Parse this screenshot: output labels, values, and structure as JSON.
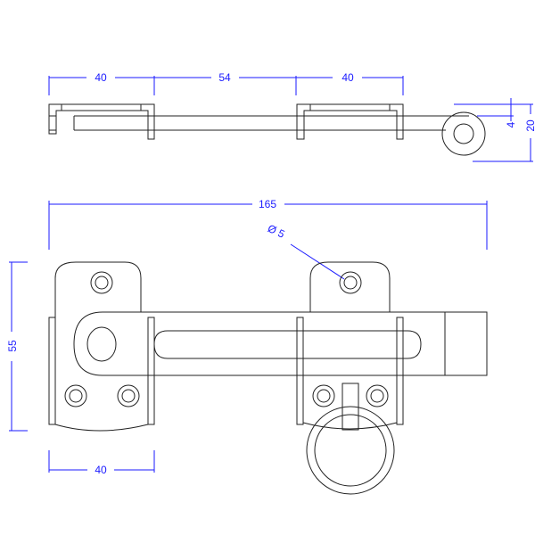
{
  "colors": {
    "dimension": "#1a1aff",
    "outline": "#222222"
  },
  "top_view": {
    "dims": {
      "bracket_left": "40",
      "gap": "54",
      "bracket_right": "40",
      "bar_thickness": "4",
      "ring_height": "20"
    }
  },
  "front_view": {
    "dims": {
      "overall_length": "165",
      "height": "55",
      "plate_width": "40",
      "hole_diameter": "Ø 5"
    }
  }
}
